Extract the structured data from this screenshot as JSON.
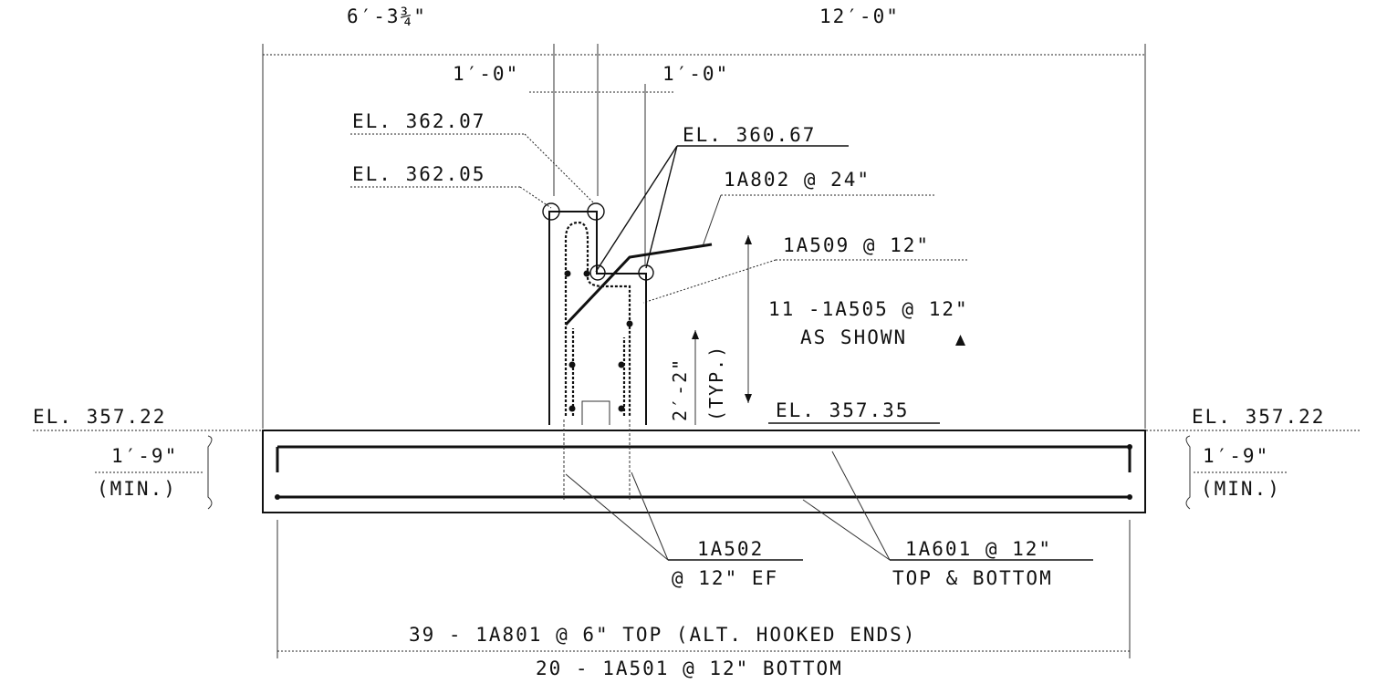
{
  "dimensions": {
    "left_width": "6′-3¾\"",
    "total_width": "12′-0\"",
    "wall_left": "1′-0\"",
    "wall_right": "1′-0\"",
    "lap_length": "2′-2\"",
    "lap_note": "(TYP.)",
    "slab_left": "1′-9\"",
    "slab_left_note": "(MIN.)",
    "slab_right": "1′-9\"",
    "slab_right_note": "(MIN.)"
  },
  "elevations": {
    "top_left": "EL. 362.07",
    "top_right": "EL. 362.05",
    "step": "EL. 360.67",
    "base_center": "EL. 357.35",
    "slab_left": "EL. 357.22",
    "slab_right": "EL. 357.22"
  },
  "rebar_labels": {
    "a802": "1A802 @ 24\"",
    "a509": "1A509 @ 12\"",
    "a505_line1": "11 -1A505 @ 12\"",
    "a505_line2": "AS SHOWN",
    "a502_line1": "1A502",
    "a502_line2": "@ 12\" EF",
    "a601_line1": "1A601 @ 12\"",
    "a601_line2": "TOP & BOTTOM",
    "a801": "39 - 1A801 @ 6\" TOP (ALT. HOOKED ENDS)",
    "a501": "20 - 1A501 @ 12\" BOTTOM"
  },
  "symbols": {
    "note_marker": "triangle-note-icon"
  }
}
